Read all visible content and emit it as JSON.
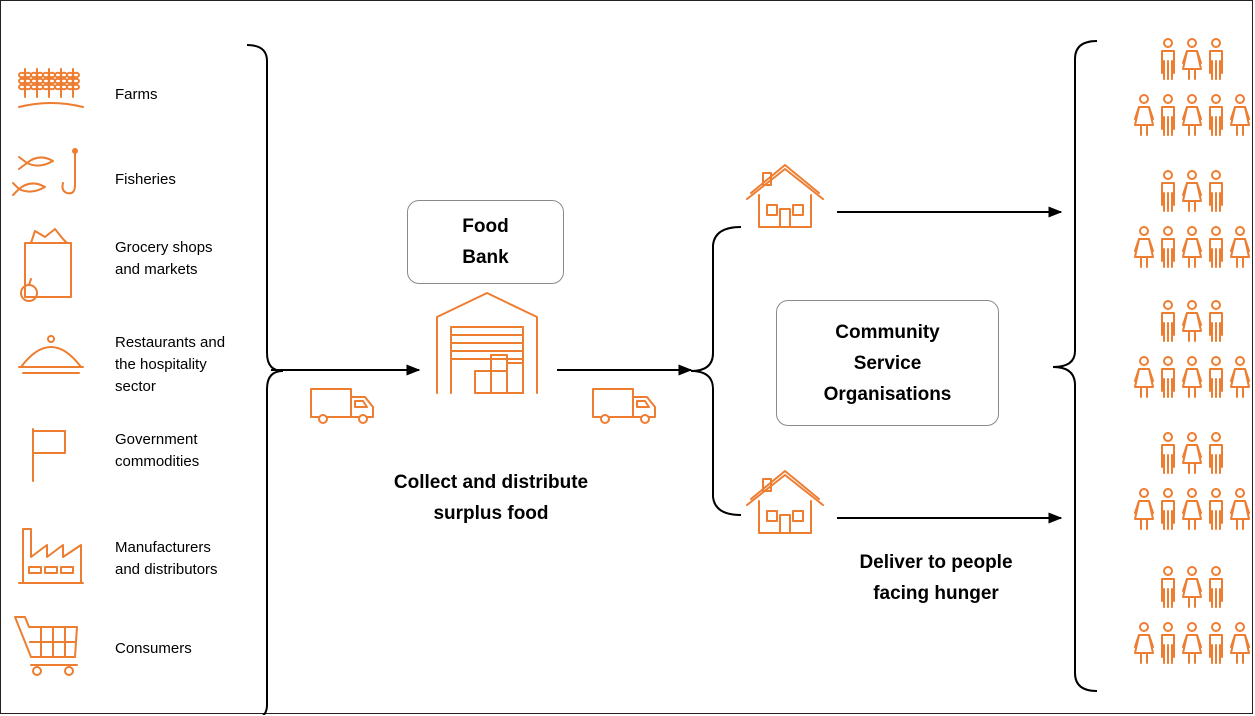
{
  "colors": {
    "accent": "#ED7D31",
    "line": "#000000",
    "box_border": "#8a8a8a"
  },
  "sources": [
    {
      "label": "Farms",
      "icon": "wheat-icon"
    },
    {
      "label": "Fisheries",
      "icon": "fish-hook-icon"
    },
    {
      "label": "Grocery shops\nand markets",
      "icon": "grocery-bag-icon"
    },
    {
      "label": "Restaurants and\nthe hospitality\nsector",
      "icon": "cloche-icon"
    },
    {
      "label": "Government\ncommodities",
      "icon": "flag-icon"
    },
    {
      "label": "Manufacturers\nand distributors",
      "icon": "factory-icon"
    },
    {
      "label": "Consumers",
      "icon": "shopping-cart-icon"
    }
  ],
  "food_bank": {
    "label": "Food\nBank",
    "icon": "warehouse-icon"
  },
  "collect_caption": "Collect and distribute\nsurplus food",
  "community": {
    "label": "Community\nService\nOrganisations",
    "icon": "house-icon"
  },
  "deliver_caption": "Deliver to people\nfacing hunger",
  "people_groups": 5,
  "transport_icon": "truck-icon",
  "people_icon": "people-group-icon"
}
